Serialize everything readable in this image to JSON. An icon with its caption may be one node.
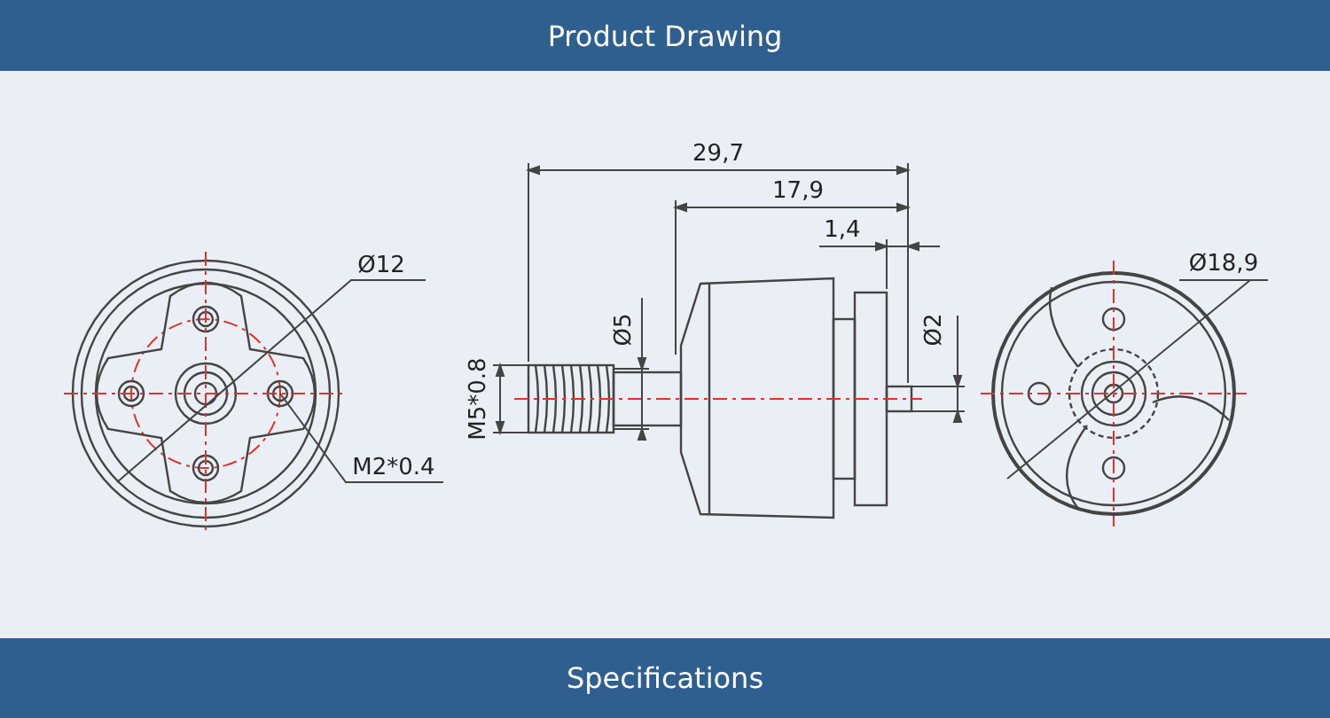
{
  "diagram": {
    "title": "Product Drawing",
    "labels": [
      "29,7",
      "17,9",
      "1,4",
      "Ø12",
      "Ø18,9",
      "Ø5",
      "Ø2",
      "M5*0.8",
      "M2*0.4",
      "Specifications"
    ]
  }
}
